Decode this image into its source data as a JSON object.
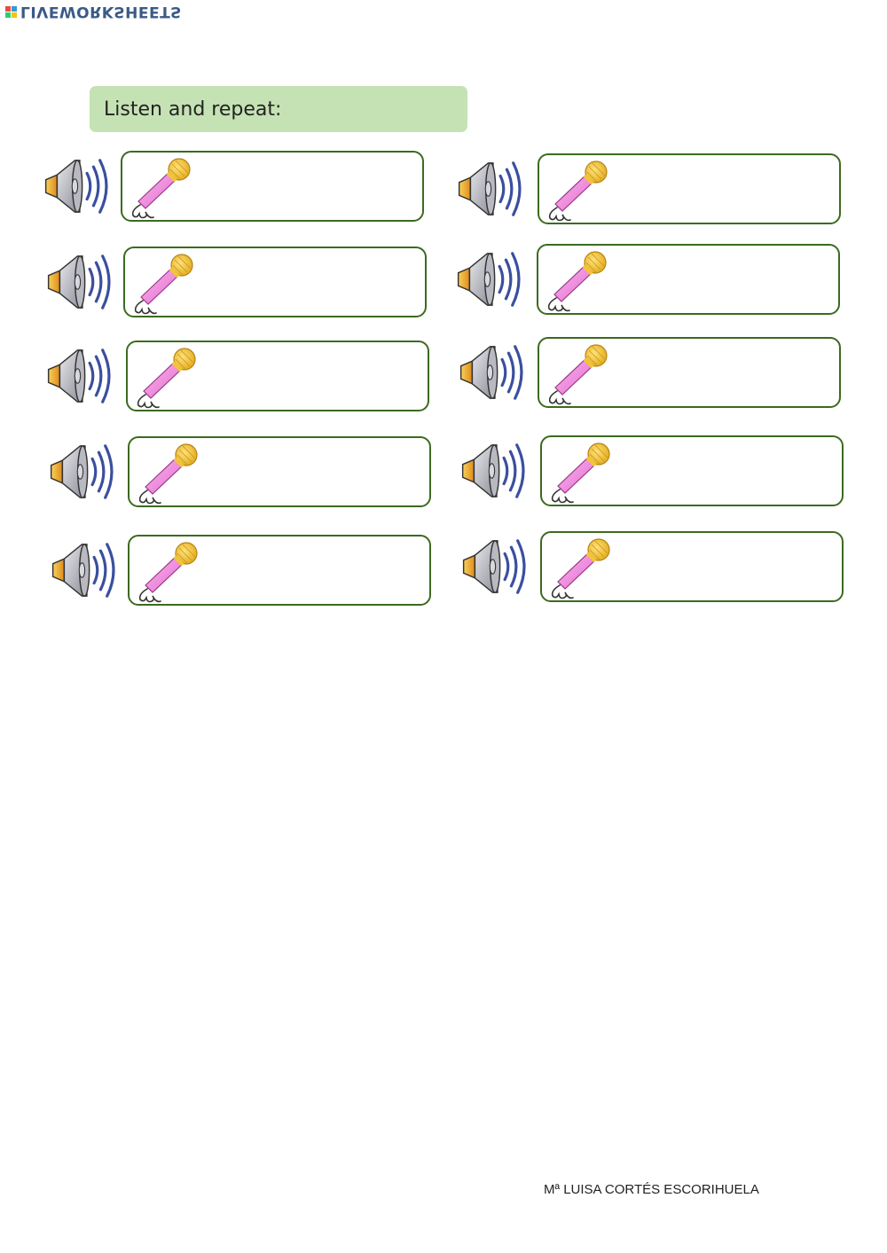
{
  "brand": {
    "logo_text": "LIVEWORKSHEETS",
    "logo_colors": [
      "#e74c3c",
      "#3498db",
      "#2ecc71",
      "#f1c40f"
    ]
  },
  "instruction": {
    "text": "Listen and repeat:",
    "background": "#c5e2b4"
  },
  "items_count": 10,
  "box_border_color": "#3c6a1f",
  "icons": {
    "speaker": "speaker-icon",
    "microphone": "microphone-icon"
  },
  "footer": {
    "author": "Mª LUISA CORTÉS ESCORIHUELA"
  }
}
